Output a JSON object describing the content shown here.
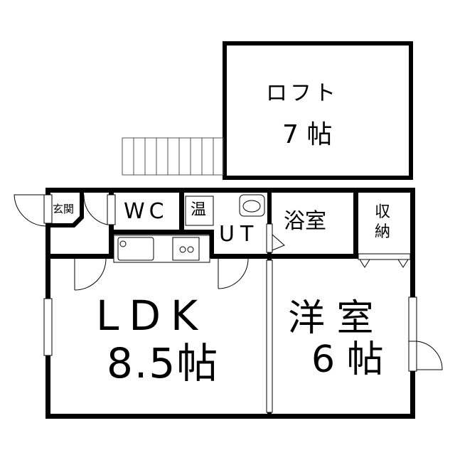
{
  "rooms": {
    "loft": {
      "name": "ロフト",
      "size": "7 帖"
    },
    "entrance": {
      "name": "玄関"
    },
    "wc": {
      "name": "WC"
    },
    "water_heater": {
      "name": "温"
    },
    "utility": {
      "name": "UT"
    },
    "bath": {
      "name": "浴室"
    },
    "storage": {
      "name": "収納"
    },
    "ldk": {
      "name": "LDK",
      "size": "8.5帖"
    },
    "western_room": {
      "name": "洋 室",
      "size": "6 帖"
    }
  }
}
